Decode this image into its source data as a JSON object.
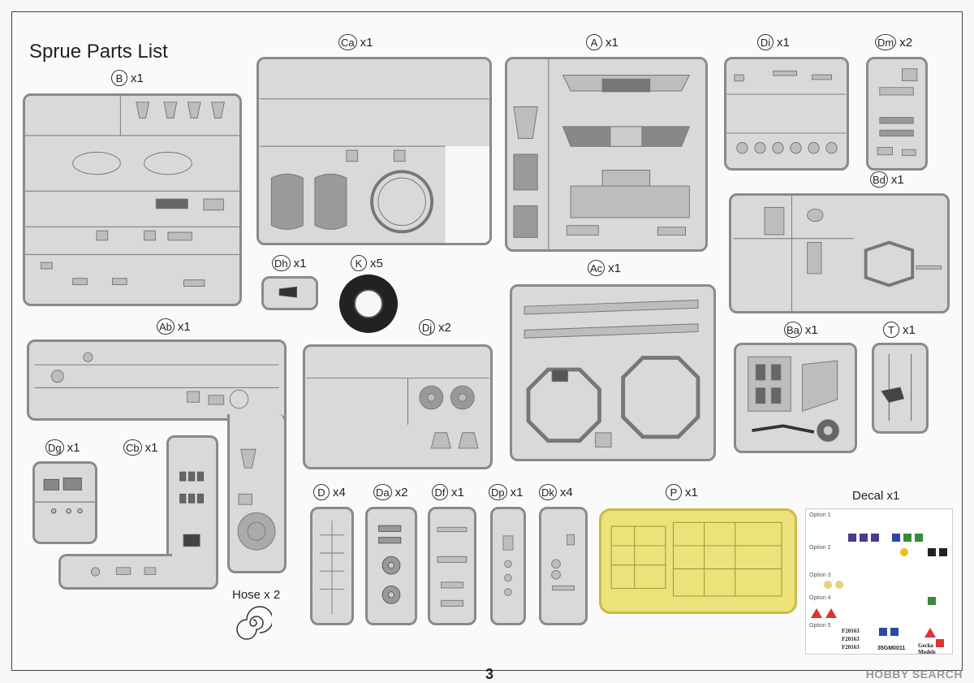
{
  "title": "Sprue Parts List",
  "page_number": "3",
  "watermark": "HOBBY SEARCH",
  "sprues": {
    "B": {
      "code": "B",
      "qty": "x1"
    },
    "Ca": {
      "code": "Ca",
      "qty": "x1"
    },
    "A": {
      "code": "A",
      "qty": "x1"
    },
    "Di": {
      "code": "Di",
      "qty": "x1"
    },
    "Dm": {
      "code": "Dm",
      "qty": "x2"
    },
    "Bd": {
      "code": "Bd",
      "qty": "x1"
    },
    "Dh": {
      "code": "Dh",
      "qty": "x1"
    },
    "K": {
      "code": "K",
      "qty": "x5"
    },
    "Ac": {
      "code": "Ac",
      "qty": "x1"
    },
    "Ab": {
      "code": "Ab",
      "qty": "x1"
    },
    "Dj": {
      "code": "Dj",
      "qty": "x2"
    },
    "Ba": {
      "code": "Ba",
      "qty": "x1"
    },
    "T": {
      "code": "T",
      "qty": "x1"
    },
    "Dg": {
      "code": "Dg",
      "qty": "x1"
    },
    "Cb": {
      "code": "Cb",
      "qty": "x1"
    },
    "D": {
      "code": "D",
      "qty": "x4"
    },
    "Da": {
      "code": "Da",
      "qty": "x2"
    },
    "Df": {
      "code": "Df",
      "qty": "x1"
    },
    "Dp": {
      "code": "Dp",
      "qty": "x1"
    },
    "Dk": {
      "code": "Dk",
      "qty": "x4"
    },
    "P": {
      "code": "P",
      "qty": "x1"
    }
  },
  "hose": "Hose x 2",
  "decal": {
    "title": "Decal  x1",
    "options": [
      "Option 1",
      "Option 2",
      "Option 3",
      "Option 4",
      "Option 5"
    ],
    "codes": [
      "F20163",
      "F20163",
      "F20163",
      "35GM0011"
    ],
    "brand": "Gecko Models",
    "colors": {
      "purple": "#4a3a8a",
      "blue": "#2a4aa0",
      "green": "#3a8a3a",
      "yellow": "#e8c020",
      "red": "#d33333"
    }
  }
}
